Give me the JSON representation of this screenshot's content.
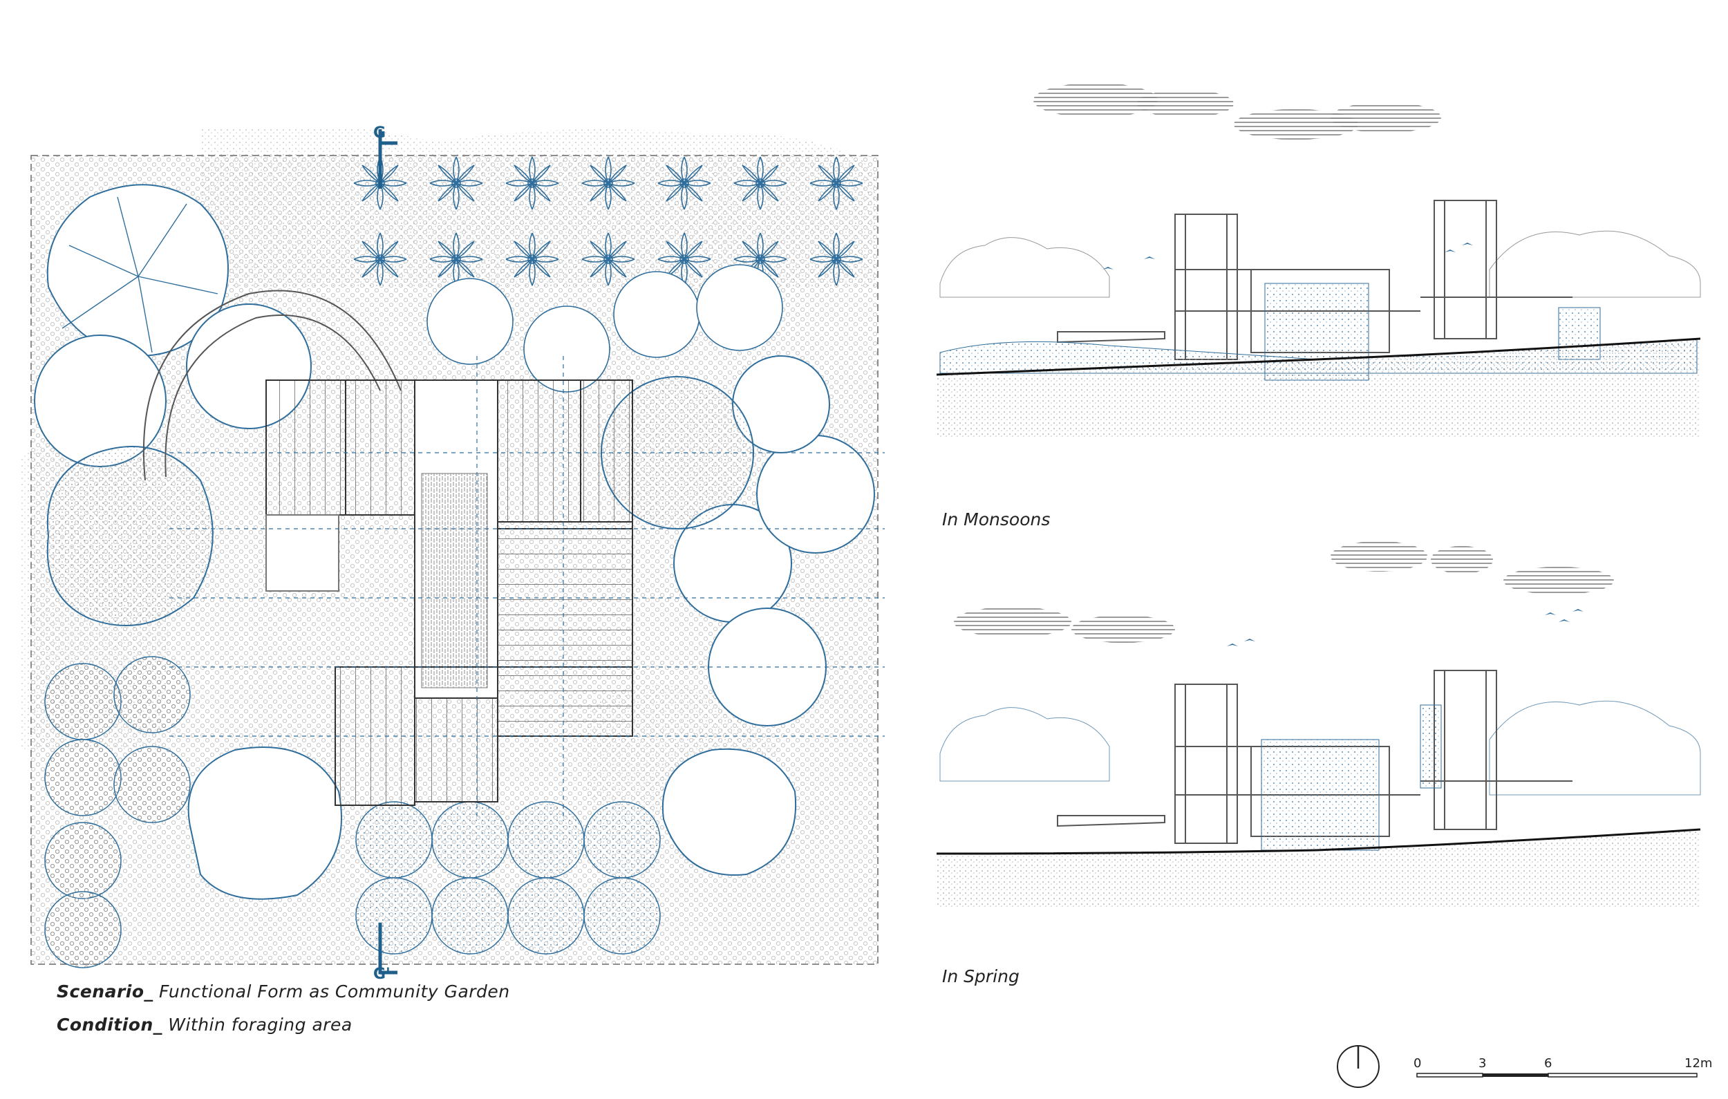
{
  "plan": {
    "cut_top": "G",
    "cut_bottom": "G'"
  },
  "captions": {
    "scenario_label": "Scenario_",
    "scenario_text": "Functional Form as Community Garden",
    "condition_label": "Condition_",
    "condition_text": "Within foraging area"
  },
  "sections": [
    {
      "label": "In Monsoons"
    },
    {
      "label": "In Spring"
    }
  ],
  "scale_bar": {
    "ticks": [
      "0",
      "3",
      "6",
      "12m"
    ]
  },
  "colors": {
    "accent_blue": "#2f6e9c",
    "line_grey": "#8a8a8a",
    "dark": "#222222"
  }
}
